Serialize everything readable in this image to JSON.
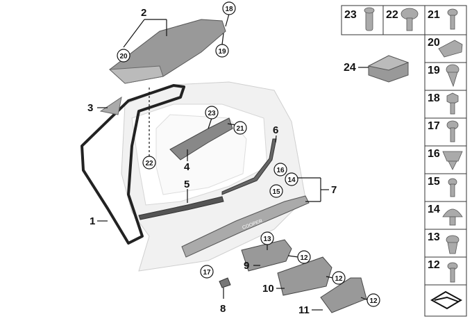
{
  "diagram": {
    "title": "Tailgate parts diagram",
    "callouts": {
      "c1": "1",
      "c2": "2",
      "c3": "3",
      "c4": "4",
      "c5": "5",
      "c6": "6",
      "c7": "7",
      "c8": "8",
      "c9": "9",
      "c10": "10",
      "c11": "11",
      "c12a": "12",
      "c12b": "12",
      "c12c": "12",
      "c13": "13",
      "c14": "14",
      "c15": "15",
      "c16": "16",
      "c17": "17",
      "c18": "18",
      "c19": "19",
      "c20": "20",
      "c21": "21",
      "c22": "22",
      "c23": "23"
    },
    "trim_lettering": "COOPER"
  },
  "parts_panel": {
    "cells": [
      "23",
      "22",
      "21",
      "20",
      "19",
      "18",
      "17",
      "16",
      "15",
      "14",
      "13",
      "12"
    ],
    "box_label": "24"
  }
}
